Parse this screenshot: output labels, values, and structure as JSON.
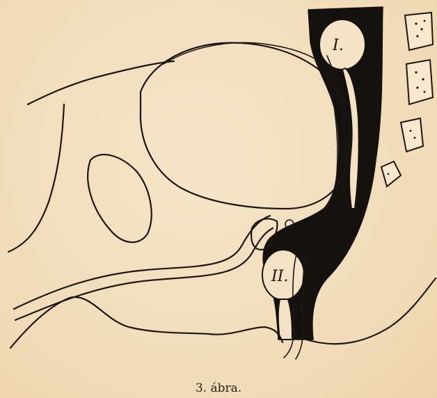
{
  "figure": {
    "caption": "3. ábra.",
    "label_upper": "I.",
    "label_lower": "II."
  },
  "colors": {
    "paper": "#f3dfbf",
    "ink": "#15110e"
  }
}
